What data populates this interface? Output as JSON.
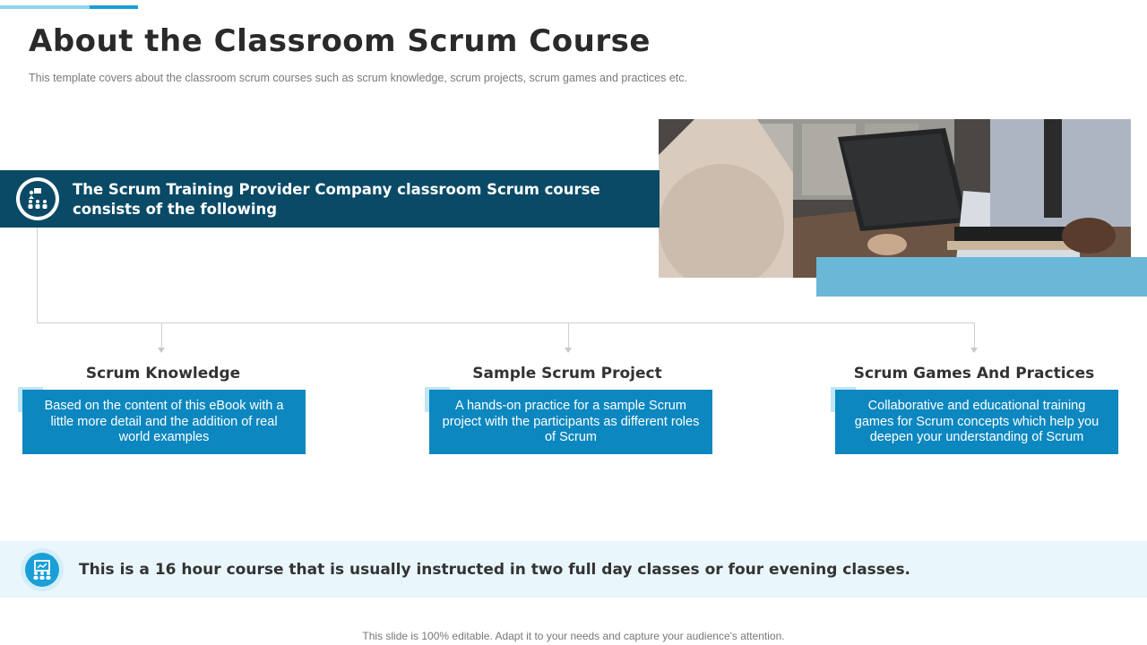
{
  "header": {
    "title": "About the Classroom Scrum Course",
    "subtitle": "This template covers about the classroom scrum courses such as scrum knowledge, scrum projects, scrum games and practices etc."
  },
  "banner": {
    "text": "The Scrum Training Provider Company classroom Scrum course consists of the following",
    "icon": "training-group-icon"
  },
  "photo": {
    "icon": "meeting-photo"
  },
  "columns": [
    {
      "title": "Scrum Knowledge",
      "text": "Based on the content of this eBook with a little more detail and the addition of real world examples"
    },
    {
      "title": "Sample Scrum Project",
      "text": "A hands-on practice for a sample Scrum project with the participants as different roles of Scrum"
    },
    {
      "title": "Scrum Games And Practices",
      "text": "Collaborative and educational training games for Scrum concepts which help you deepen your understanding of Scrum"
    }
  ],
  "footer": {
    "text": "This is a 16 hour course that is usually instructed in two full day classes or four evening classes.",
    "icon": "presentation-class-icon"
  },
  "credit": "This slide is 100% editable. Adapt it to your needs and capture your audience's attention.",
  "colors": {
    "navy": "#0b4a66",
    "blue": "#0c87bf",
    "accent": "#1a9fd6",
    "light": "#e9f6fc"
  }
}
